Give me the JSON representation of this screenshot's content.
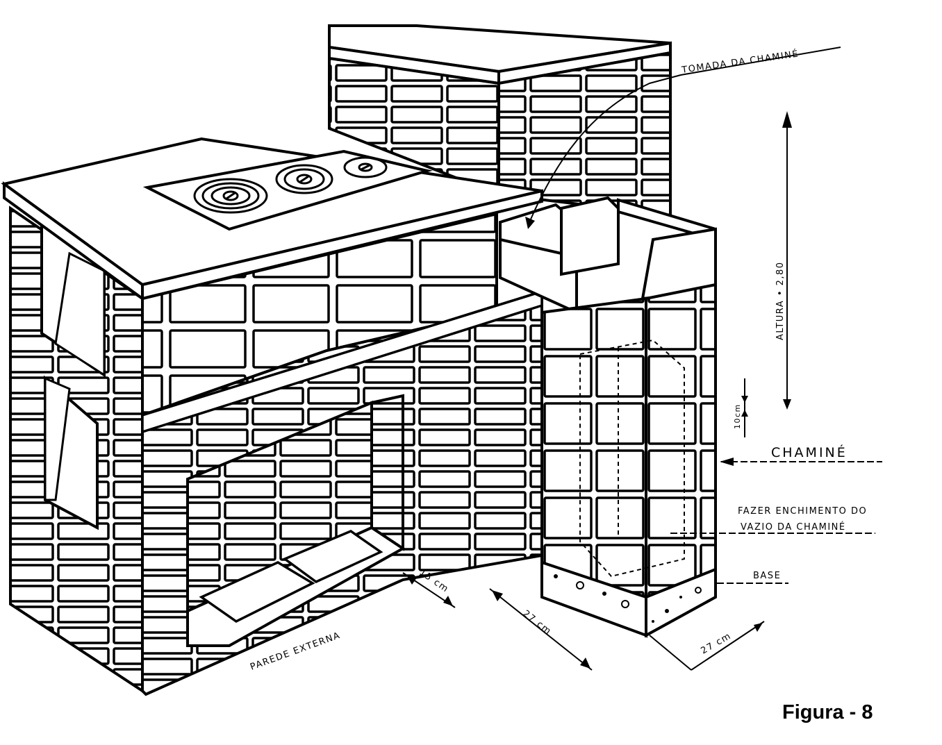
{
  "labels": {
    "tomada": "TOMADA DA CHAMINÉ",
    "altura": "ALTURA • 2,80",
    "dez_cm": "10cm",
    "chamine": "CHAMINÉ",
    "fazer_l1": "FAZER ENCHIMENTO DO",
    "fazer_l2": "VAZIO DA CHAMINÉ",
    "base": "BASE",
    "dim_15": "15 cm",
    "dim_27a": "27 cm",
    "dim_27b": "27 cm",
    "parede": "PAREDE EXTERNA"
  },
  "caption": "Figura - 8"
}
